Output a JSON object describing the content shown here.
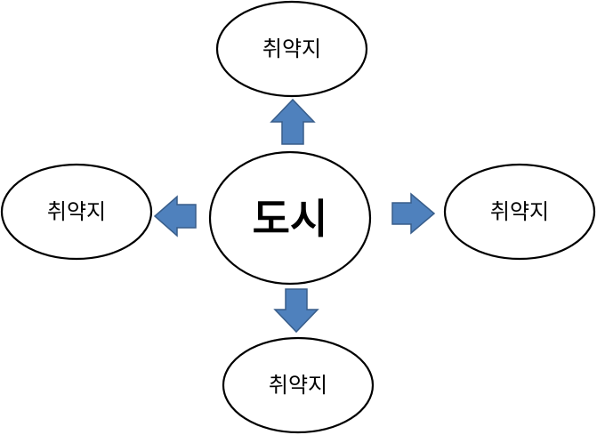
{
  "diagram": {
    "center": {
      "label": "도시"
    },
    "nodes": [
      {
        "id": "top",
        "label": "취약지"
      },
      {
        "id": "left",
        "label": "취약지"
      },
      {
        "id": "right",
        "label": "취약지"
      },
      {
        "id": "bottom",
        "label": "취약지"
      }
    ],
    "colors": {
      "arrow_fill": "#4f81bd",
      "arrow_stroke": "#385d8a",
      "node_stroke": "#000000",
      "node_fill": "#ffffff"
    }
  }
}
